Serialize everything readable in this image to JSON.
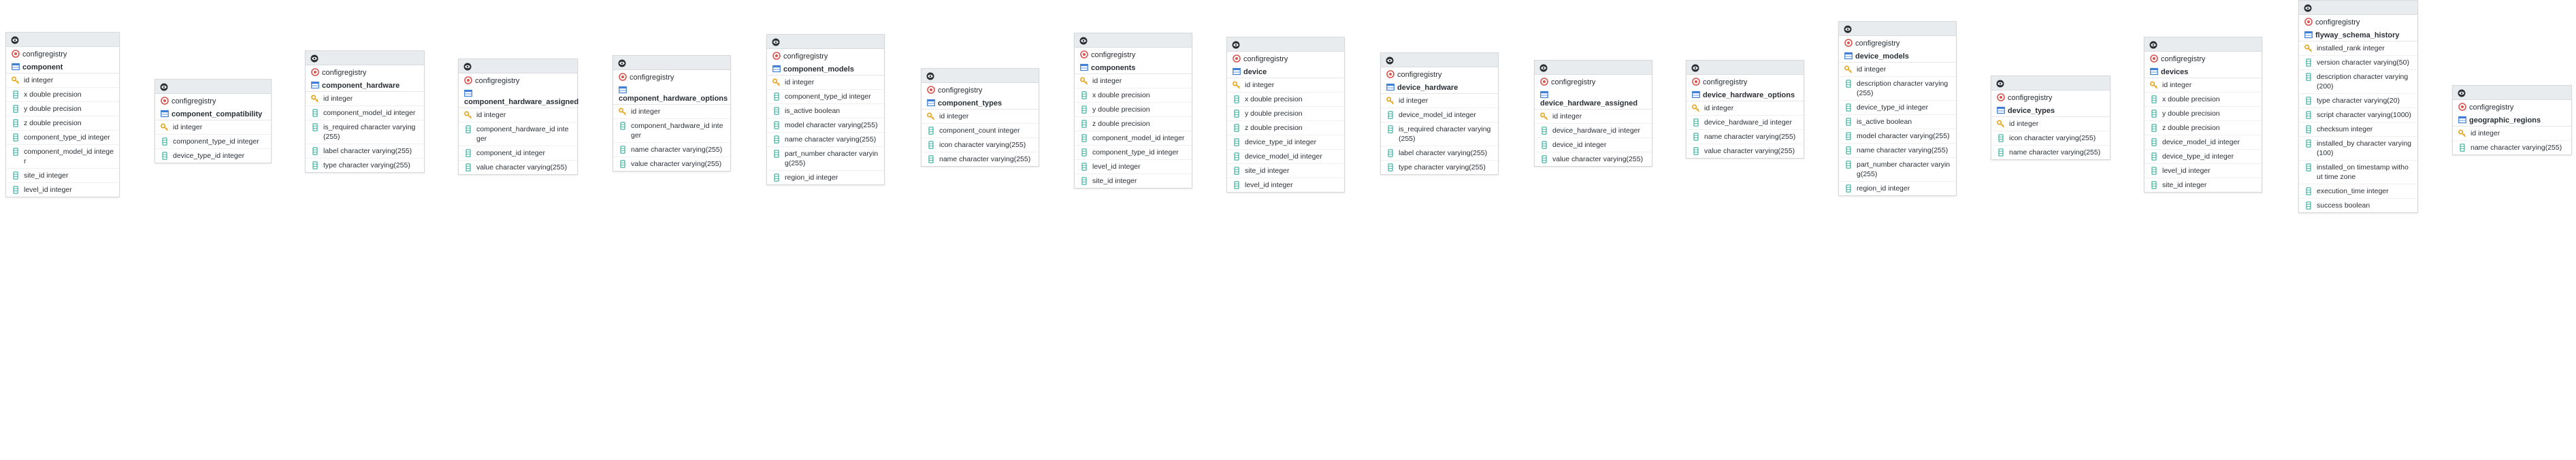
{
  "colors": {
    "header_bg": "#e9ecef",
    "schema_icon": "#d9534f",
    "table_icon": "#3f7fd6",
    "key_icon": "#e8a317",
    "column_icon": "#3bb0a0"
  },
  "tables": [
    {
      "schema": "configregistry",
      "name": "component",
      "columns": [
        {
          "text": "id integer",
          "key": true
        },
        {
          "text": "x double precision"
        },
        {
          "text": "y double precision"
        },
        {
          "text": "z double precision"
        },
        {
          "text": "component_type_id integer"
        },
        {
          "text": "component_model_id integer"
        },
        {
          "text": "site_id integer"
        },
        {
          "text": "level_id integer"
        }
      ]
    },
    {
      "schema": "configregistry",
      "name": "component_compatibility",
      "columns": [
        {
          "text": "id integer",
          "key": true
        },
        {
          "text": "component_type_id integer"
        },
        {
          "text": "device_type_id integer"
        }
      ]
    },
    {
      "schema": "configregistry",
      "name": "component_hardware",
      "columns": [
        {
          "text": "id integer",
          "key": true
        },
        {
          "text": "component_model_id integer"
        },
        {
          "text": "is_required character varying(255)"
        },
        {
          "text": "label character varying(255)"
        },
        {
          "text": "type character varying(255)"
        }
      ]
    },
    {
      "schema": "configregistry",
      "name": "component_hardware_assigned",
      "columns": [
        {
          "text": "id integer",
          "key": true
        },
        {
          "text": "component_hardware_id integer"
        },
        {
          "text": "component_id integer"
        },
        {
          "text": "value character varying(255)"
        }
      ]
    },
    {
      "schema": "configregistry",
      "name": "component_hardware_options",
      "columns": [
        {
          "text": "id integer",
          "key": true
        },
        {
          "text": "component_hardware_id integer"
        },
        {
          "text": "name character varying(255)"
        },
        {
          "text": "value character varying(255)"
        }
      ]
    },
    {
      "schema": "configregistry",
      "name": "component_models",
      "columns": [
        {
          "text": "id integer",
          "key": true
        },
        {
          "text": "component_type_id integer"
        },
        {
          "text": "is_active boolean"
        },
        {
          "text": "model character varying(255)"
        },
        {
          "text": "name character varying(255)"
        },
        {
          "text": "part_number character varying(255)"
        },
        {
          "text": "region_id integer"
        }
      ]
    },
    {
      "schema": "configregistry",
      "name": "component_types",
      "columns": [
        {
          "text": "id integer",
          "key": true
        },
        {
          "text": "component_count integer"
        },
        {
          "text": "icon character varying(255)"
        },
        {
          "text": "name character varying(255)"
        }
      ]
    },
    {
      "schema": "configregistry",
      "name": "components",
      "columns": [
        {
          "text": "id integer",
          "key": true
        },
        {
          "text": "x double precision"
        },
        {
          "text": "y double precision"
        },
        {
          "text": "z double precision"
        },
        {
          "text": "component_model_id integer"
        },
        {
          "text": "component_type_id integer"
        },
        {
          "text": "level_id integer"
        },
        {
          "text": "site_id integer"
        }
      ]
    },
    {
      "schema": "configregistry",
      "name": "device",
      "columns": [
        {
          "text": "id integer",
          "key": true
        },
        {
          "text": "x double precision"
        },
        {
          "text": "y double precision"
        },
        {
          "text": "z double precision"
        },
        {
          "text": "device_type_id integer"
        },
        {
          "text": "device_model_id integer"
        },
        {
          "text": "site_id integer"
        },
        {
          "text": "level_id integer"
        }
      ]
    },
    {
      "schema": "configregistry",
      "name": "device_hardware",
      "columns": [
        {
          "text": "id integer",
          "key": true
        },
        {
          "text": "device_model_id integer"
        },
        {
          "text": "is_required character varying(255)"
        },
        {
          "text": "label character varying(255)"
        },
        {
          "text": "type character varying(255)"
        }
      ]
    },
    {
      "schema": "configregistry",
      "name": "device_hardware_assigned",
      "columns": [
        {
          "text": "id integer",
          "key": true
        },
        {
          "text": "device_hardware_id integer"
        },
        {
          "text": "device_id integer"
        },
        {
          "text": "value character varying(255)"
        }
      ]
    },
    {
      "schema": "configregistry",
      "name": "device_hardware_options",
      "columns": [
        {
          "text": "id integer",
          "key": true
        },
        {
          "text": "device_hardware_id integer"
        },
        {
          "text": "name character varying(255)"
        },
        {
          "text": "value character varying(255)"
        }
      ]
    },
    {
      "schema": "configregistry",
      "name": "device_models",
      "columns": [
        {
          "text": "id integer",
          "key": true
        },
        {
          "text": "description character varying(255)"
        },
        {
          "text": "device_type_id integer"
        },
        {
          "text": "is_active boolean"
        },
        {
          "text": "model character varying(255)"
        },
        {
          "text": "name character varying(255)"
        },
        {
          "text": "part_number character varying(255)"
        },
        {
          "text": "region_id integer"
        }
      ]
    },
    {
      "schema": "configregistry",
      "name": "device_types",
      "columns": [
        {
          "text": "id integer",
          "key": true
        },
        {
          "text": "icon character varying(255)"
        },
        {
          "text": "name character varying(255)"
        }
      ]
    },
    {
      "schema": "configregistry",
      "name": "devices",
      "columns": [
        {
          "text": "id integer",
          "key": true
        },
        {
          "text": "x double precision"
        },
        {
          "text": "y double precision"
        },
        {
          "text": "z double precision"
        },
        {
          "text": "device_model_id integer"
        },
        {
          "text": "device_type_id integer"
        },
        {
          "text": "level_id integer"
        },
        {
          "text": "site_id integer"
        }
      ]
    },
    {
      "schema": "configregistry",
      "name": "flyway_schema_history",
      "columns": [
        {
          "text": "installed_rank integer",
          "key": true
        },
        {
          "text": "version character varying(50)"
        },
        {
          "text": "description character varying(200)"
        },
        {
          "text": "type character varying(20)"
        },
        {
          "text": "script character varying(1000)"
        },
        {
          "text": "checksum integer"
        },
        {
          "text": "installed_by character varying(100)"
        },
        {
          "text": "installed_on timestamp without time zone"
        },
        {
          "text": "execution_time integer"
        },
        {
          "text": "success boolean"
        }
      ]
    },
    {
      "schema": "configregistry",
      "name": "geographic_regions",
      "columns": [
        {
          "text": "id integer",
          "key": true
        },
        {
          "text": "name character varying(255)"
        }
      ]
    }
  ]
}
